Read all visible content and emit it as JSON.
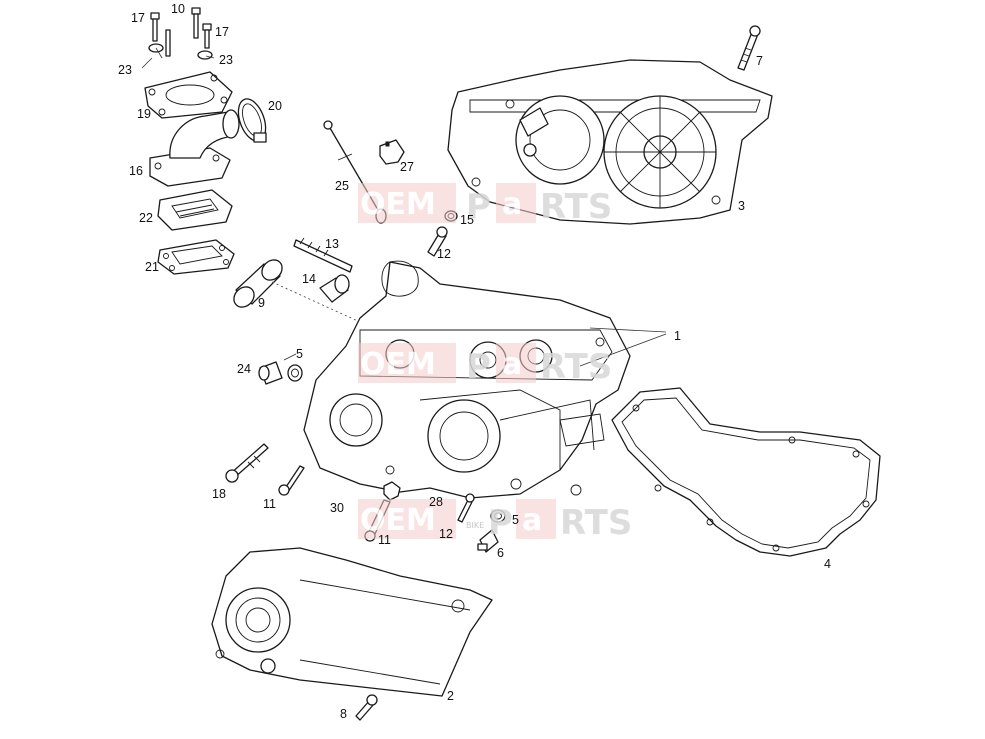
{
  "watermark": {
    "left_word": "OEM",
    "right_word": "RTS",
    "mid_letter_a": "a",
    "mid_letter_p": "P",
    "tiny_text": "BIKE"
  },
  "callouts": [
    {
      "id": "c17a",
      "text": "17"
    },
    {
      "id": "c10",
      "text": "10"
    },
    {
      "id": "c17b",
      "text": "17"
    },
    {
      "id": "c23a",
      "text": "23"
    },
    {
      "id": "c23b",
      "text": "23"
    },
    {
      "id": "c19",
      "text": "19"
    },
    {
      "id": "c20",
      "text": "20"
    },
    {
      "id": "c16",
      "text": "16"
    },
    {
      "id": "c22",
      "text": "22"
    },
    {
      "id": "c21",
      "text": "21"
    },
    {
      "id": "c7",
      "text": "7"
    },
    {
      "id": "c3",
      "text": "3"
    },
    {
      "id": "c27",
      "text": "27"
    },
    {
      "id": "c25",
      "text": "25"
    },
    {
      "id": "c15",
      "text": "15"
    },
    {
      "id": "c12a",
      "text": "12"
    },
    {
      "id": "c13",
      "text": "13"
    },
    {
      "id": "c14",
      "text": "14"
    },
    {
      "id": "c9",
      "text": "9"
    },
    {
      "id": "c1",
      "text": "1"
    },
    {
      "id": "c5a",
      "text": "5"
    },
    {
      "id": "c24",
      "text": "24"
    },
    {
      "id": "c18",
      "text": "18"
    },
    {
      "id": "c11a",
      "text": "11"
    },
    {
      "id": "c30",
      "text": "30"
    },
    {
      "id": "c28",
      "text": "28"
    },
    {
      "id": "c11b",
      "text": "11"
    },
    {
      "id": "c12b",
      "text": "12"
    },
    {
      "id": "c5b",
      "text": "5"
    },
    {
      "id": "c6",
      "text": "6"
    },
    {
      "id": "c4",
      "text": "4"
    },
    {
      "id": "c2",
      "text": "2"
    },
    {
      "id": "c8",
      "text": "8"
    }
  ]
}
